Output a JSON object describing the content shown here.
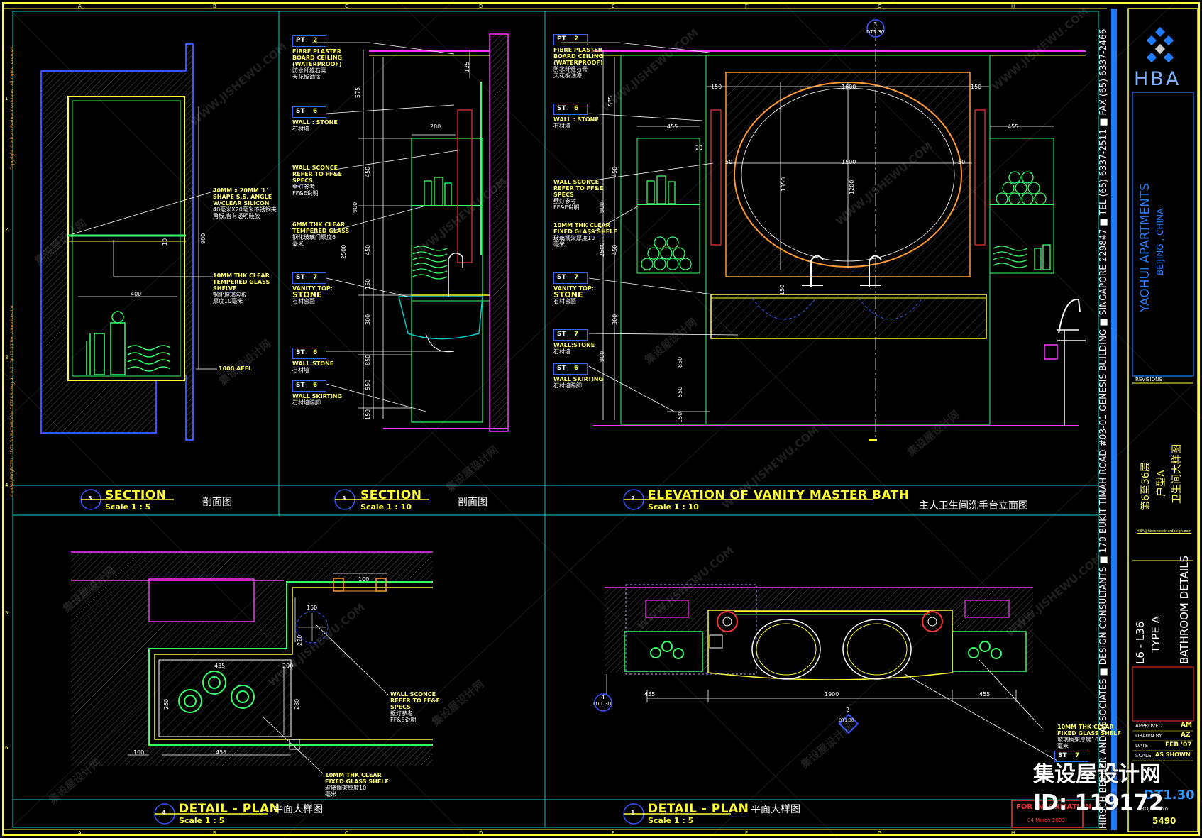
{
  "panels": {
    "section_5": {
      "num": "5",
      "title": "SECTION",
      "scale": "Scale 1 : 5",
      "cn": "剖面图"
    },
    "section_3": {
      "num": "3",
      "title": "SECTION",
      "scale": "Scale 1 : 10",
      "cn": "剖面图"
    },
    "elevation_2": {
      "num": "2",
      "title": "ELEVATION OF VANITY MASTER BATH",
      "scale": "Scale 1 : 10",
      "cn": "主人卫生间洗手台立面图"
    },
    "plan_4": {
      "num": "4",
      "title": "DETAIL - PLAN",
      "scale": "Scale 1 : 5",
      "cn": "平面大样图"
    },
    "plan_1": {
      "num": "1",
      "title": "DETAIL - PLAN",
      "scale": "Scale 1 : 5",
      "cn": "平面大样图"
    }
  },
  "section5_notes": {
    "angle": [
      "40MM x 20MM 'L'",
      "SHAPE S.S. ANGLE",
      "W/CLEAR SILICON",
      "40毫米X20毫米不锈钢夹",
      "角板,含有透明硅胶"
    ],
    "glass": [
      "10MM THK CLEAR",
      "TEMPERED GLASS",
      "SHELVE",
      "钢化玻璃隔板",
      "厚度10毫米"
    ],
    "dims": {
      "width": "400",
      "height": "900",
      "thk": "10",
      "level": "1000 AFFL"
    }
  },
  "section3_tags": [
    {
      "code": "PT",
      "num": "2",
      "lines": [
        "FIBRE PLASTER",
        "BOARD CEILING",
        "(WATERPROOF)",
        "防水纤维石膏",
        "天花板油漆"
      ]
    },
    {
      "code": "ST",
      "num": "6",
      "lines": [
        "WALL : STONE",
        "石材墙"
      ]
    },
    {
      "code": "",
      "num": "",
      "lines": [
        "WALL SCONCE",
        "REFER TO FF&E",
        "SPECS",
        "壁灯参考",
        "FF&E说明"
      ]
    },
    {
      "code": "",
      "num": "",
      "lines": [
        "6MM THK CLEAR",
        "TEMPERED GLASS",
        "钢化玻璃门厚度6",
        "毫米"
      ]
    },
    {
      "code": "ST",
      "num": "7",
      "lines": [
        "VANITY TOP:",
        "STONE",
        "石材台面"
      ]
    },
    {
      "code": "ST",
      "num": "6",
      "lines": [
        "WALL:STONE",
        "石材墙"
      ]
    },
    {
      "code": "ST",
      "num": "6",
      "lines": [
        "WALL SKIRTING",
        "石材墙踢脚"
      ]
    }
  ],
  "section3_dims": [
    "125",
    "575",
    "280",
    "450",
    "900",
    "450",
    "2500",
    "150",
    "300",
    "850",
    "550",
    "150"
  ],
  "elevation_tags": [
    {
      "code": "PT",
      "num": "2",
      "lines": [
        "FIBRE PLASTER",
        "BOARD CEILING",
        "(WATERPROOF)",
        "防水纤维石膏",
        "天花板油漆"
      ]
    },
    {
      "code": "ST",
      "num": "6",
      "lines": [
        "WALL : STONE",
        "石材墙"
      ]
    },
    {
      "code": "",
      "num": "",
      "lines": [
        "WALL SCONCE",
        "REFER TO FF&E",
        "SPECS",
        "壁灯参考",
        "FF&E说明"
      ]
    },
    {
      "code": "",
      "num": "",
      "lines": [
        "10MM THK CLEAR",
        "FIXED GLASS SHELF",
        "玻璃搁架厚度10",
        "毫米"
      ]
    },
    {
      "code": "ST",
      "num": "7",
      "lines": [
        "VANITY TOP:",
        "STONE",
        "石材台面"
      ]
    },
    {
      "code": "ST",
      "num": "7",
      "lines": [
        "WALL:STONE",
        "石材墙"
      ]
    },
    {
      "code": "ST",
      "num": "6",
      "lines": [
        "WALL SKIRTING",
        "石材墙踢脚"
      ]
    }
  ],
  "elevation_dims": [
    "150",
    "1600",
    "150",
    "455",
    "455",
    "20",
    "50",
    "1500",
    "50",
    "1350",
    "1200",
    "575",
    "450",
    "900",
    "450",
    "2500",
    "150",
    "300",
    "900",
    "850",
    "550",
    "150"
  ],
  "plan4_notes": {
    "sconce": [
      "WALL SCONCE",
      "REFER TO FF&E",
      "SPECS",
      "壁灯参考",
      "FF&E说明"
    ],
    "shelf": [
      "10MM THK CLEAR",
      "FIXED GLASS SHELF",
      "玻璃搁架厚度10",
      "毫米"
    ],
    "dims": [
      "100",
      "150",
      "220",
      "435",
      "200",
      "260",
      "280",
      "100",
      "455"
    ]
  },
  "plan1_notes": {
    "shelf": [
      "10MM THK CLEAR",
      "FIXED GLASS SHELF",
      "玻璃搁架厚度10",
      "毫米"
    ],
    "dims": [
      "455",
      "1900",
      "455"
    ],
    "ref_left": {
      "num": "4",
      "sheet": "DT1.30"
    },
    "ref_mid": {
      "num": "2",
      "sheet": "DT1.30"
    },
    "tag": {
      "code": "ST",
      "num": "7"
    }
  },
  "ref_top": {
    "num": "3",
    "sheet": "DT1.30"
  },
  "grid_letters": [
    "A",
    "B",
    "C",
    "D",
    "E",
    "F",
    "G",
    "H"
  ],
  "grid_numbers": [
    "1",
    "2",
    "3",
    "4",
    "5",
    "6"
  ],
  "sidebar": {
    "address": "HIRSCH BEDNER AND ASSOCIATES ■ DESIGN CONSULTANTS ■ 170 BUKIT TIMAH ROAD #03-01 GENESIS BUILDING ■ SINGAPORE 229847 ■ TEL (65) 6337-2511 ■ FAX (65) 6337-2466",
    "copyright": "Copyright © Hirsch Bedner Associates, All rights reserved",
    "file_path": "C:\\HBA\\PROJECTS\\...\\DT1.30 BATHROOM DETAILS.dwg  9-12-21  16:12:27  By: Administrator"
  },
  "title_block": {
    "logo": "HBA",
    "project": "YAOHUI APARTMENTS",
    "location": "BEIJING , CHINA",
    "revisions": "REVISIONS",
    "floor_cn": "第6至36层",
    "type_cn": "户型A",
    "detail_cn": "卫生间大样图",
    "floor_en": "L6 - L36",
    "type_en": "TYPE A",
    "detail_en": "BATHROOM DETAILS",
    "email": "HBA@hirschbednerdesign.com",
    "approved_label": "APPROVED",
    "approved": "AM",
    "drawn_label": "DRAWN BY",
    "drawn": "AZ",
    "date_label": "DATE",
    "date": "FEB '07",
    "scale_label": "SCALE",
    "scale": "AS SHOWN",
    "sheet_no": "DT1.30",
    "project_no_label": "PROJECT No.",
    "project_no": "5490",
    "stamp": "FOR INFORMATION",
    "stamp_date": "04 March 2009"
  },
  "watermark": {
    "brand": "集设屋设计网",
    "id_label": "ID:",
    "id": "119172",
    "site": "WWW.JISHEWU.COM"
  },
  "colors": {
    "border": "#ffff33",
    "frame": "#00cccc",
    "wall": "#3355ff",
    "fixture": "#33ff66",
    "text": "#ffffff",
    "magenta": "#ff33ff",
    "red": "#ff3333",
    "title_blue": "#1f7bff"
  }
}
